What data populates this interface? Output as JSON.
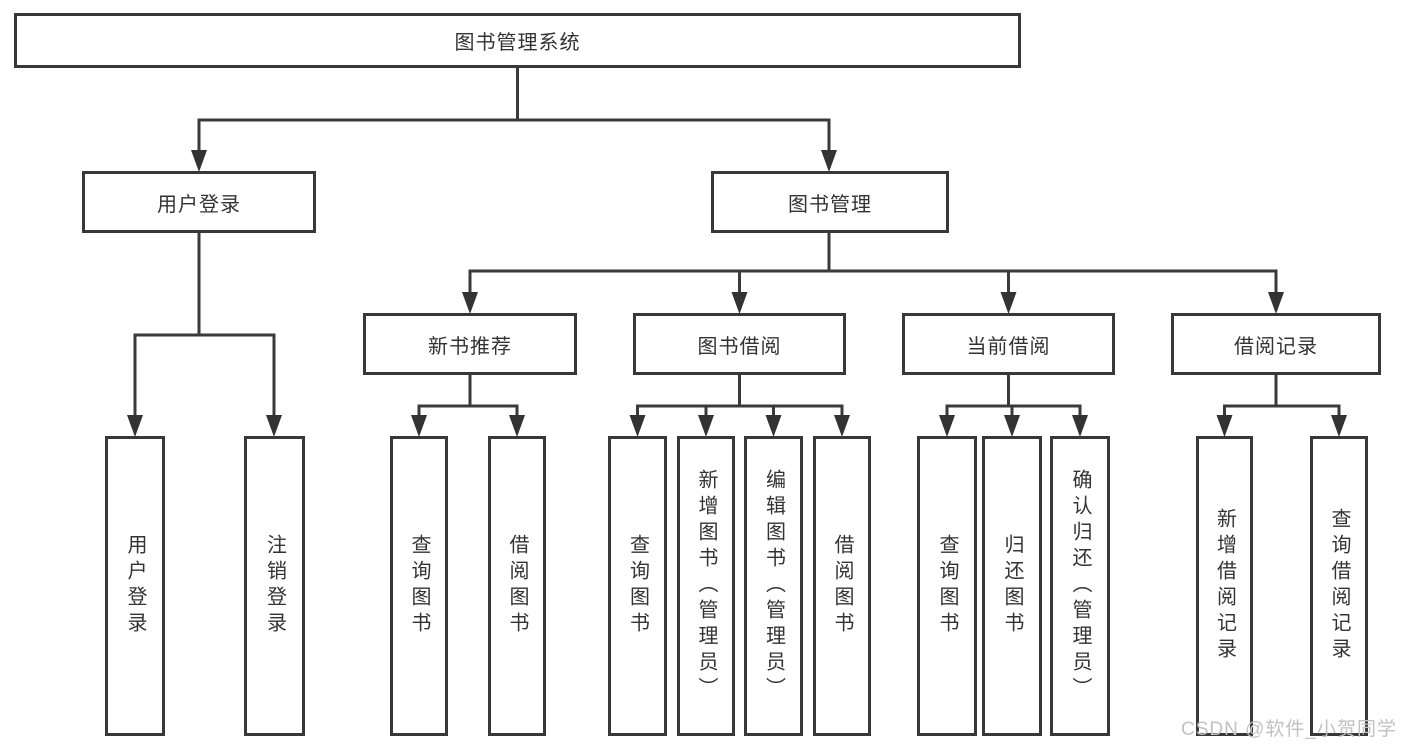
{
  "diagram": {
    "root": {
      "label": "图书管理系统"
    },
    "branches": [
      {
        "label": "用户登录",
        "children": [
          {
            "label": "用户登录"
          },
          {
            "label": "注销登录"
          }
        ]
      },
      {
        "label": "图书管理",
        "children": [
          {
            "label": "新书推荐",
            "children": [
              {
                "label": "查询图书"
              },
              {
                "label": "借阅图书"
              }
            ]
          },
          {
            "label": "图书借阅",
            "children": [
              {
                "label": "查询图书"
              },
              {
                "label": "新增图书（管理员）"
              },
              {
                "label": "编辑图书（管理员）"
              },
              {
                "label": "借阅图书"
              }
            ]
          },
          {
            "label": "当前借阅",
            "children": [
              {
                "label": "查询图书"
              },
              {
                "label": "归还图书"
              },
              {
                "label": "确认归还（管理员）"
              }
            ]
          },
          {
            "label": "借阅记录",
            "children": [
              {
                "label": "新增借阅记录"
              },
              {
                "label": "查询借阅记录"
              }
            ]
          }
        ]
      }
    ]
  },
  "watermark": {
    "text": "CSDN @软件_小贺同学"
  },
  "colors": {
    "line": "#3a3a3a",
    "border": "#383838",
    "text": "#333333",
    "watermark": "#c2c2c2",
    "background": "#ffffff"
  }
}
